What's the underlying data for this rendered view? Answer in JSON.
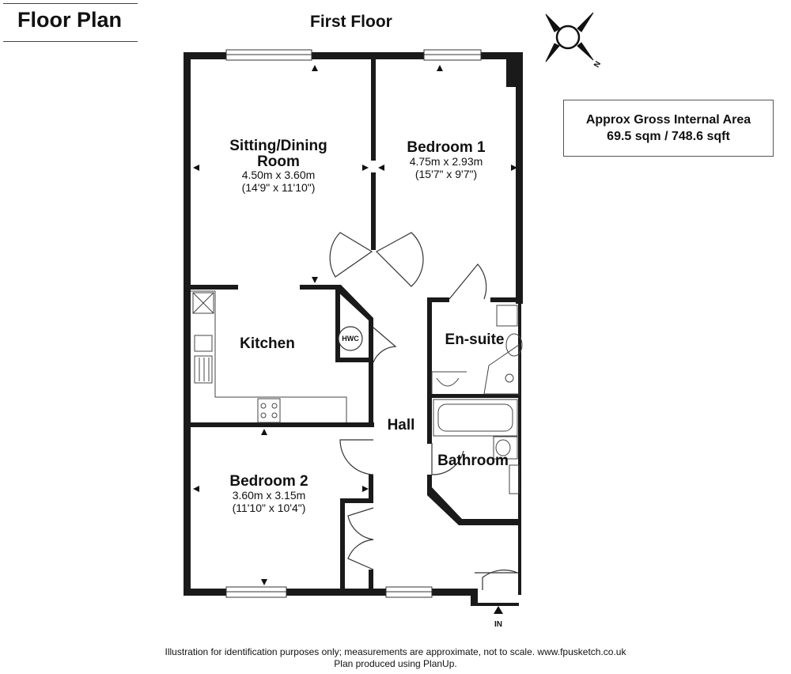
{
  "header": {
    "title": "Floor Plan"
  },
  "floor": {
    "title": "First Floor"
  },
  "area": {
    "line1": "Approx Gross Internal Area",
    "line2": "69.5 sqm / 748.6 sqft"
  },
  "compass": {
    "north_label": "N"
  },
  "rooms": {
    "sitting": {
      "name_line1": "Sitting/Dining",
      "name_line2": "Room",
      "dim_metric": "4.50m x 3.60m",
      "dim_imperial": "(14'9\" x 11'10\")"
    },
    "bedroom1": {
      "name": "Bedroom 1",
      "dim_metric": "4.75m x 2.93m",
      "dim_imperial": "(15'7\" x 9'7\")"
    },
    "kitchen": {
      "name": "Kitchen"
    },
    "ensuite": {
      "name": "En-suite"
    },
    "hall": {
      "name": "Hall"
    },
    "bathroom": {
      "name": "Bathroom"
    },
    "bedroom2": {
      "name": "Bedroom 2",
      "dim_metric": "3.60m x 3.15m",
      "dim_imperial": "(11'10\" x 10'4\")"
    },
    "hwc": {
      "label": "HWC"
    }
  },
  "entrance": {
    "label": "IN"
  },
  "footer": {
    "line1": "Illustration for identification purposes only; measurements are approximate, not to scale. www.fpusketch.co.uk",
    "line2": "Plan produced using PlanUp."
  },
  "colors": {
    "wall": "#1a1a1a",
    "window": "#ffffff",
    "line": "#333333"
  }
}
